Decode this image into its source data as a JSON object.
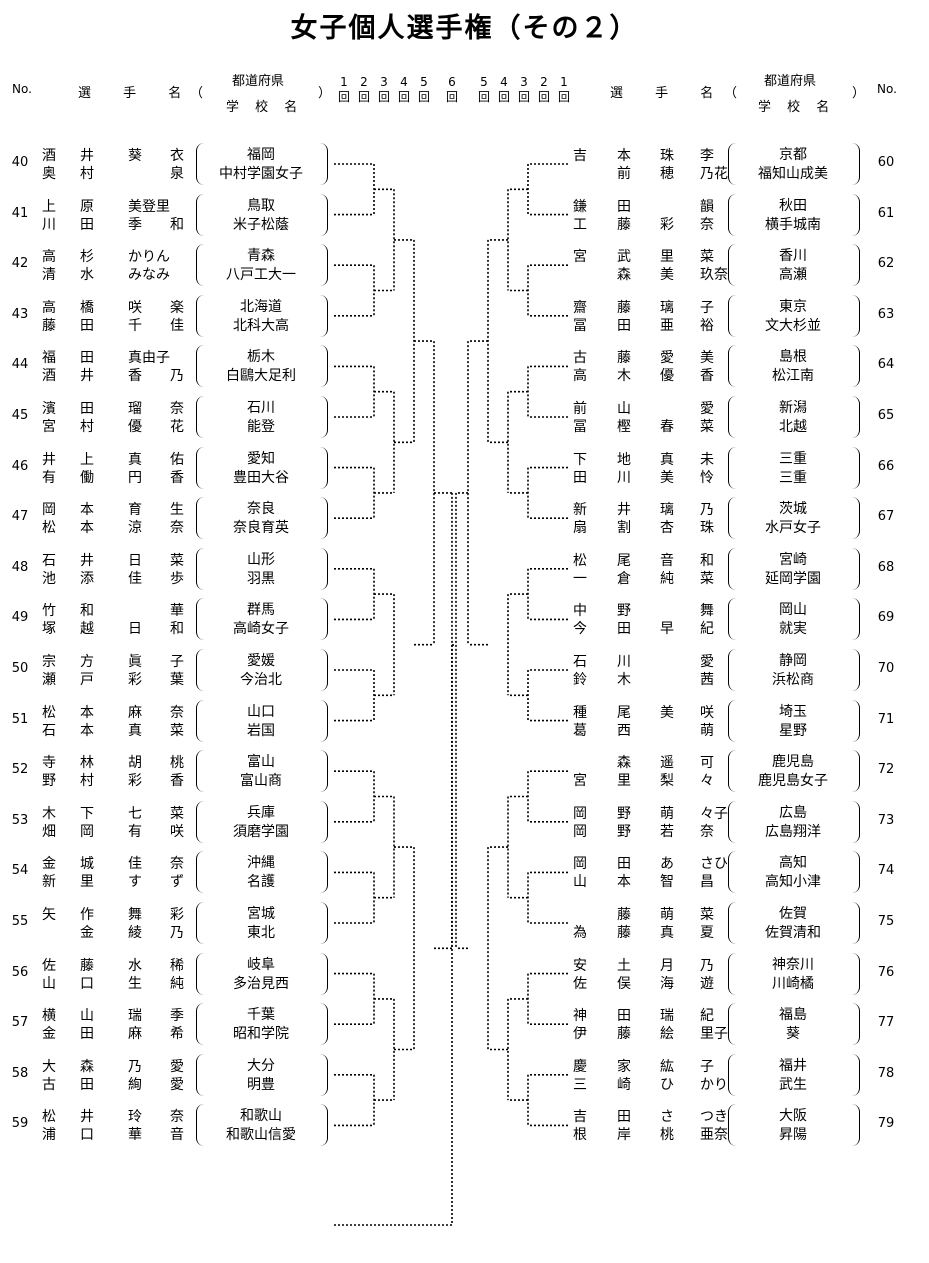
{
  "title": "女子個人選手権（その２）",
  "header": {
    "no": "No.",
    "player_name": "選 手 名",
    "open_paren": "（",
    "close_paren": "）",
    "prefecture": "都道府県",
    "school_name": "学 校 名",
    "rounds_left": [
      {
        "num": "1",
        "unit": "回"
      },
      {
        "num": "2",
        "unit": "回"
      },
      {
        "num": "3",
        "unit": "回"
      },
      {
        "num": "4",
        "unit": "回"
      },
      {
        "num": "5",
        "unit": "回"
      },
      {
        "num": "6",
        "unit": "回"
      }
    ],
    "rounds_right": [
      {
        "num": "5",
        "unit": "回"
      },
      {
        "num": "4",
        "unit": "回"
      },
      {
        "num": "3",
        "unit": "回"
      },
      {
        "num": "2",
        "unit": "回"
      },
      {
        "num": "1",
        "unit": "回"
      }
    ]
  },
  "left_entries": [
    {
      "no": "40",
      "p1": [
        "酒",
        "井",
        "葵",
        "衣"
      ],
      "p2": [
        "奥",
        "村",
        "",
        "泉"
      ],
      "pref": "福岡",
      "school": "中村学園女子"
    },
    {
      "no": "41",
      "p1": [
        "上",
        "原",
        "美登里",
        ""
      ],
      "p2": [
        "川",
        "田",
        "季",
        "和"
      ],
      "pref": "鳥取",
      "school": "米子松蔭"
    },
    {
      "no": "42",
      "p1": [
        "高",
        "杉",
        "かりん",
        ""
      ],
      "p2": [
        "清",
        "水",
        "みなみ",
        ""
      ],
      "pref": "青森",
      "school": "八戸工大一"
    },
    {
      "no": "43",
      "p1": [
        "高",
        "橋",
        "咲",
        "楽"
      ],
      "p2": [
        "藤",
        "田",
        "千",
        "佳"
      ],
      "pref": "北海道",
      "school": "北科大高"
    },
    {
      "no": "44",
      "p1": [
        "福",
        "田",
        "真由子",
        ""
      ],
      "p2": [
        "酒",
        "井",
        "香",
        "乃"
      ],
      "pref": "栃木",
      "school": "白鷗大足利"
    },
    {
      "no": "45",
      "p1": [
        "濱",
        "田",
        "瑠",
        "奈"
      ],
      "p2": [
        "宮",
        "村",
        "優",
        "花"
      ],
      "pref": "石川",
      "school": "能登"
    },
    {
      "no": "46",
      "p1": [
        "井",
        "上",
        "真",
        "佑"
      ],
      "p2": [
        "有",
        "働",
        "円",
        "香"
      ],
      "pref": "愛知",
      "school": "豊田大谷"
    },
    {
      "no": "47",
      "p1": [
        "岡",
        "本",
        "育",
        "生"
      ],
      "p2": [
        "松",
        "本",
        "涼",
        "奈"
      ],
      "pref": "奈良",
      "school": "奈良育英"
    },
    {
      "no": "48",
      "p1": [
        "石",
        "井",
        "日",
        "菜"
      ],
      "p2": [
        "池",
        "添",
        "佳",
        "歩"
      ],
      "pref": "山形",
      "school": "羽黒"
    },
    {
      "no": "49",
      "p1": [
        "竹",
        "和",
        "",
        "華"
      ],
      "p2": [
        "塚",
        "越",
        "日",
        "和"
      ],
      "pref": "群馬",
      "school": "高崎女子"
    },
    {
      "no": "50",
      "p1": [
        "宗",
        "方",
        "眞",
        "子"
      ],
      "p2": [
        "瀬",
        "戸",
        "彩",
        "葉"
      ],
      "pref": "愛媛",
      "school": "今治北"
    },
    {
      "no": "51",
      "p1": [
        "松",
        "本",
        "麻",
        "奈"
      ],
      "p2": [
        "石",
        "本",
        "真",
        "菜"
      ],
      "pref": "山口",
      "school": "岩国"
    },
    {
      "no": "52",
      "p1": [
        "寺",
        "林",
        "胡",
        "桃"
      ],
      "p2": [
        "野",
        "村",
        "彩",
        "香"
      ],
      "pref": "富山",
      "school": "富山商"
    },
    {
      "no": "53",
      "p1": [
        "木",
        "下",
        "七",
        "菜"
      ],
      "p2": [
        "畑",
        "岡",
        "有",
        "咲"
      ],
      "pref": "兵庫",
      "school": "須磨学園"
    },
    {
      "no": "54",
      "p1": [
        "金",
        "城",
        "佳",
        "奈"
      ],
      "p2": [
        "新",
        "里",
        "す",
        "ず"
      ],
      "pref": "沖縄",
      "school": "名護"
    },
    {
      "no": "55",
      "p1": [
        "矢",
        "作",
        "舞",
        "彩"
      ],
      "p2": [
        "",
        "金",
        "綾",
        "乃"
      ],
      "pref": "宮城",
      "school": "東北"
    },
    {
      "no": "56",
      "p1": [
        "佐",
        "藤",
        "水",
        "稀"
      ],
      "p2": [
        "山",
        "口",
        "生",
        "純"
      ],
      "pref": "岐阜",
      "school": "多治見西"
    },
    {
      "no": "57",
      "p1": [
        "横",
        "山",
        "瑞",
        "季"
      ],
      "p2": [
        "金",
        "田",
        "麻",
        "希"
      ],
      "pref": "千葉",
      "school": "昭和学院"
    },
    {
      "no": "58",
      "p1": [
        "大",
        "森",
        "乃",
        "愛"
      ],
      "p2": [
        "古",
        "田",
        "絢",
        "愛"
      ],
      "pref": "大分",
      "school": "明豊"
    },
    {
      "no": "59",
      "p1": [
        "松",
        "井",
        "玲",
        "奈"
      ],
      "p2": [
        "浦",
        "口",
        "華",
        "音"
      ],
      "pref": "和歌山",
      "school": "和歌山信愛"
    }
  ],
  "right_entries": [
    {
      "no": "60",
      "p1": [
        "吉",
        "本",
        "珠",
        "李"
      ],
      "p2": [
        "",
        "前",
        "穂",
        "乃花"
      ],
      "pref": "京都",
      "school": "福知山成美"
    },
    {
      "no": "61",
      "p1": [
        "鎌",
        "田",
        "",
        "韻"
      ],
      "p2": [
        "工",
        "藤",
        "彩",
        "奈"
      ],
      "pref": "秋田",
      "school": "横手城南"
    },
    {
      "no": "62",
      "p1": [
        "宮",
        "武",
        "里",
        "菜"
      ],
      "p2": [
        "",
        "森",
        "美",
        "玖奈"
      ],
      "pref": "香川",
      "school": "高瀬"
    },
    {
      "no": "63",
      "p1": [
        "齋",
        "藤",
        "璃",
        "子"
      ],
      "p2": [
        "冨",
        "田",
        "亜",
        "裕"
      ],
      "pref": "東京",
      "school": "文大杉並"
    },
    {
      "no": "64",
      "p1": [
        "古",
        "藤",
        "愛",
        "美"
      ],
      "p2": [
        "高",
        "木",
        "優",
        "香"
      ],
      "pref": "島根",
      "school": "松江南"
    },
    {
      "no": "65",
      "p1": [
        "前",
        "山",
        "",
        "愛"
      ],
      "p2": [
        "冨",
        "樫",
        "春",
        "菜"
      ],
      "pref": "新潟",
      "school": "北越"
    },
    {
      "no": "66",
      "p1": [
        "下",
        "地",
        "真",
        "未"
      ],
      "p2": [
        "田",
        "川",
        "美",
        "怜"
      ],
      "pref": "三重",
      "school": "三重"
    },
    {
      "no": "67",
      "p1": [
        "新",
        "井",
        "璃",
        "乃"
      ],
      "p2": [
        "扇",
        "割",
        "杏",
        "珠"
      ],
      "pref": "茨城",
      "school": "水戸女子"
    },
    {
      "no": "68",
      "p1": [
        "松",
        "尾",
        "音",
        "和"
      ],
      "p2": [
        "一",
        "倉",
        "純",
        "菜"
      ],
      "pref": "宮崎",
      "school": "延岡学園"
    },
    {
      "no": "69",
      "p1": [
        "中",
        "野",
        "",
        "舞"
      ],
      "p2": [
        "今",
        "田",
        "早",
        "紀"
      ],
      "pref": "岡山",
      "school": "就実"
    },
    {
      "no": "70",
      "p1": [
        "石",
        "川",
        "",
        "愛"
      ],
      "p2": [
        "鈴",
        "木",
        "",
        "茜"
      ],
      "pref": "静岡",
      "school": "浜松商"
    },
    {
      "no": "71",
      "p1": [
        "種",
        "尾",
        "美",
        "咲"
      ],
      "p2": [
        "葛",
        "西",
        "",
        "萌"
      ],
      "pref": "埼玉",
      "school": "星野"
    },
    {
      "no": "72",
      "p1": [
        "",
        "森",
        "遥",
        "可"
      ],
      "p2": [
        "宮",
        "里",
        "梨",
        "々"
      ],
      "pref": "鹿児島",
      "school": "鹿児島女子"
    },
    {
      "no": "73",
      "p1": [
        "岡",
        "野",
        "萌",
        "々子"
      ],
      "p2": [
        "岡",
        "野",
        "若",
        "奈"
      ],
      "pref": "広島",
      "school": "広島翔洋"
    },
    {
      "no": "74",
      "p1": [
        "岡",
        "田",
        "あ",
        "さひ"
      ],
      "p2": [
        "山",
        "本",
        "智",
        "昌"
      ],
      "pref": "高知",
      "school": "高知小津"
    },
    {
      "no": "75",
      "p1": [
        "",
        "藤",
        "萌",
        "菜"
      ],
      "p2": [
        "為",
        "藤",
        "真",
        "夏"
      ],
      "pref": "佐賀",
      "school": "佐賀清和"
    },
    {
      "no": "76",
      "p1": [
        "安",
        "土",
        "月",
        "乃"
      ],
      "p2": [
        "佐",
        "俣",
        "海",
        "遊"
      ],
      "pref": "神奈川",
      "school": "川崎橘"
    },
    {
      "no": "77",
      "p1": [
        "神",
        "田",
        "瑞",
        "紀"
      ],
      "p2": [
        "伊",
        "藤",
        "絵",
        "里子"
      ],
      "pref": "福島",
      "school": "葵"
    },
    {
      "no": "78",
      "p1": [
        "慶",
        "家",
        "紘",
        "子"
      ],
      "p2": [
        "三",
        "崎",
        "ひ",
        "かり"
      ],
      "pref": "福井",
      "school": "武生"
    },
    {
      "no": "79",
      "p1": [
        "吉",
        "田",
        "さ",
        "つき"
      ],
      "p2": [
        "根",
        "岸",
        "桃",
        "亜奈"
      ],
      "pref": "大阪",
      "school": "昇陽"
    }
  ]
}
